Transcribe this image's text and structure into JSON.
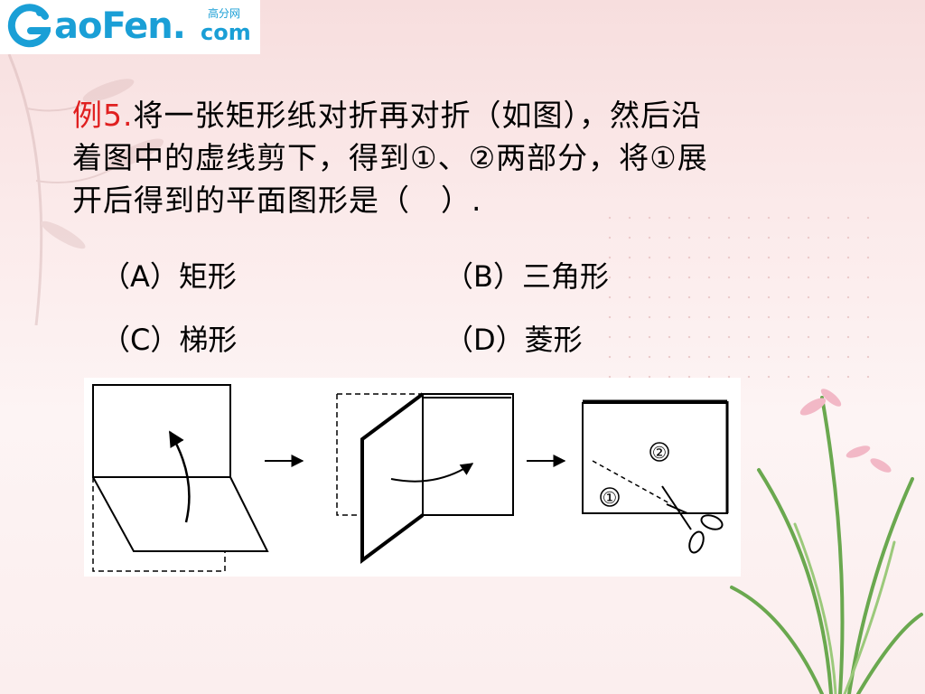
{
  "logo": {
    "brand": "aoFen.",
    "cn": "高分网",
    "com": "com"
  },
  "question": {
    "label": "例5.",
    "line1": "将一张矩形纸对折再对折（如图），然后沿",
    "line2": "着图中的虚线剪下，得到①、②两部分，将①展",
    "line3": "开后得到的平面图形是（　）."
  },
  "options": {
    "a": "（A）矩形",
    "b": "（B）三角形",
    "c": "（C）梯形",
    "d": "（D）菱形"
  },
  "figure": {
    "part1": "①",
    "part2": "②"
  },
  "colors": {
    "question_label": "#e02020",
    "logo": "#1a9fd6"
  }
}
